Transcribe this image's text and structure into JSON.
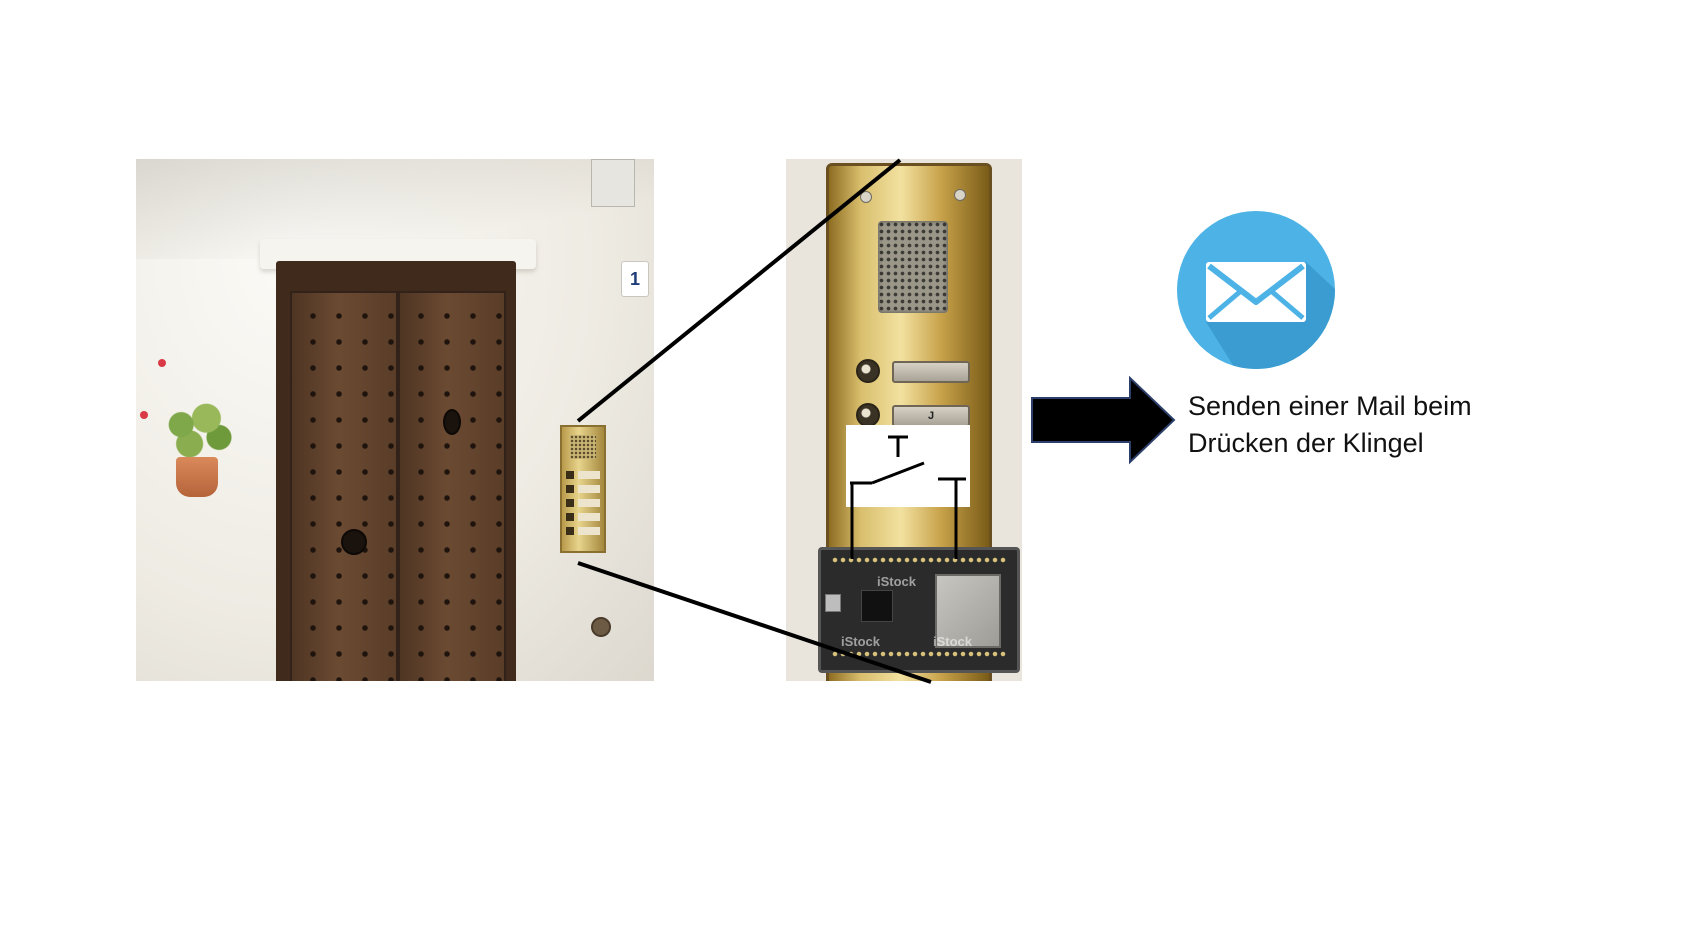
{
  "caption": {
    "line1": "Senden einer Mail beim",
    "line2": "Drücken der Klingel"
  },
  "house_number": "1",
  "name_plate_label": "J",
  "watermark_text": "iStock",
  "icons": {
    "mail": "envelope-icon",
    "arrow": "right-arrow-icon",
    "switch": "switch-symbol-icon"
  },
  "colors": {
    "mail_circle": "#4db3e6",
    "mail_shadow": "#3a9cd0",
    "envelope": "#ffffff",
    "arrow": "#000000",
    "wires": "#000000",
    "brass": "#d9bf6e",
    "door_wood": "#5a3d28"
  }
}
